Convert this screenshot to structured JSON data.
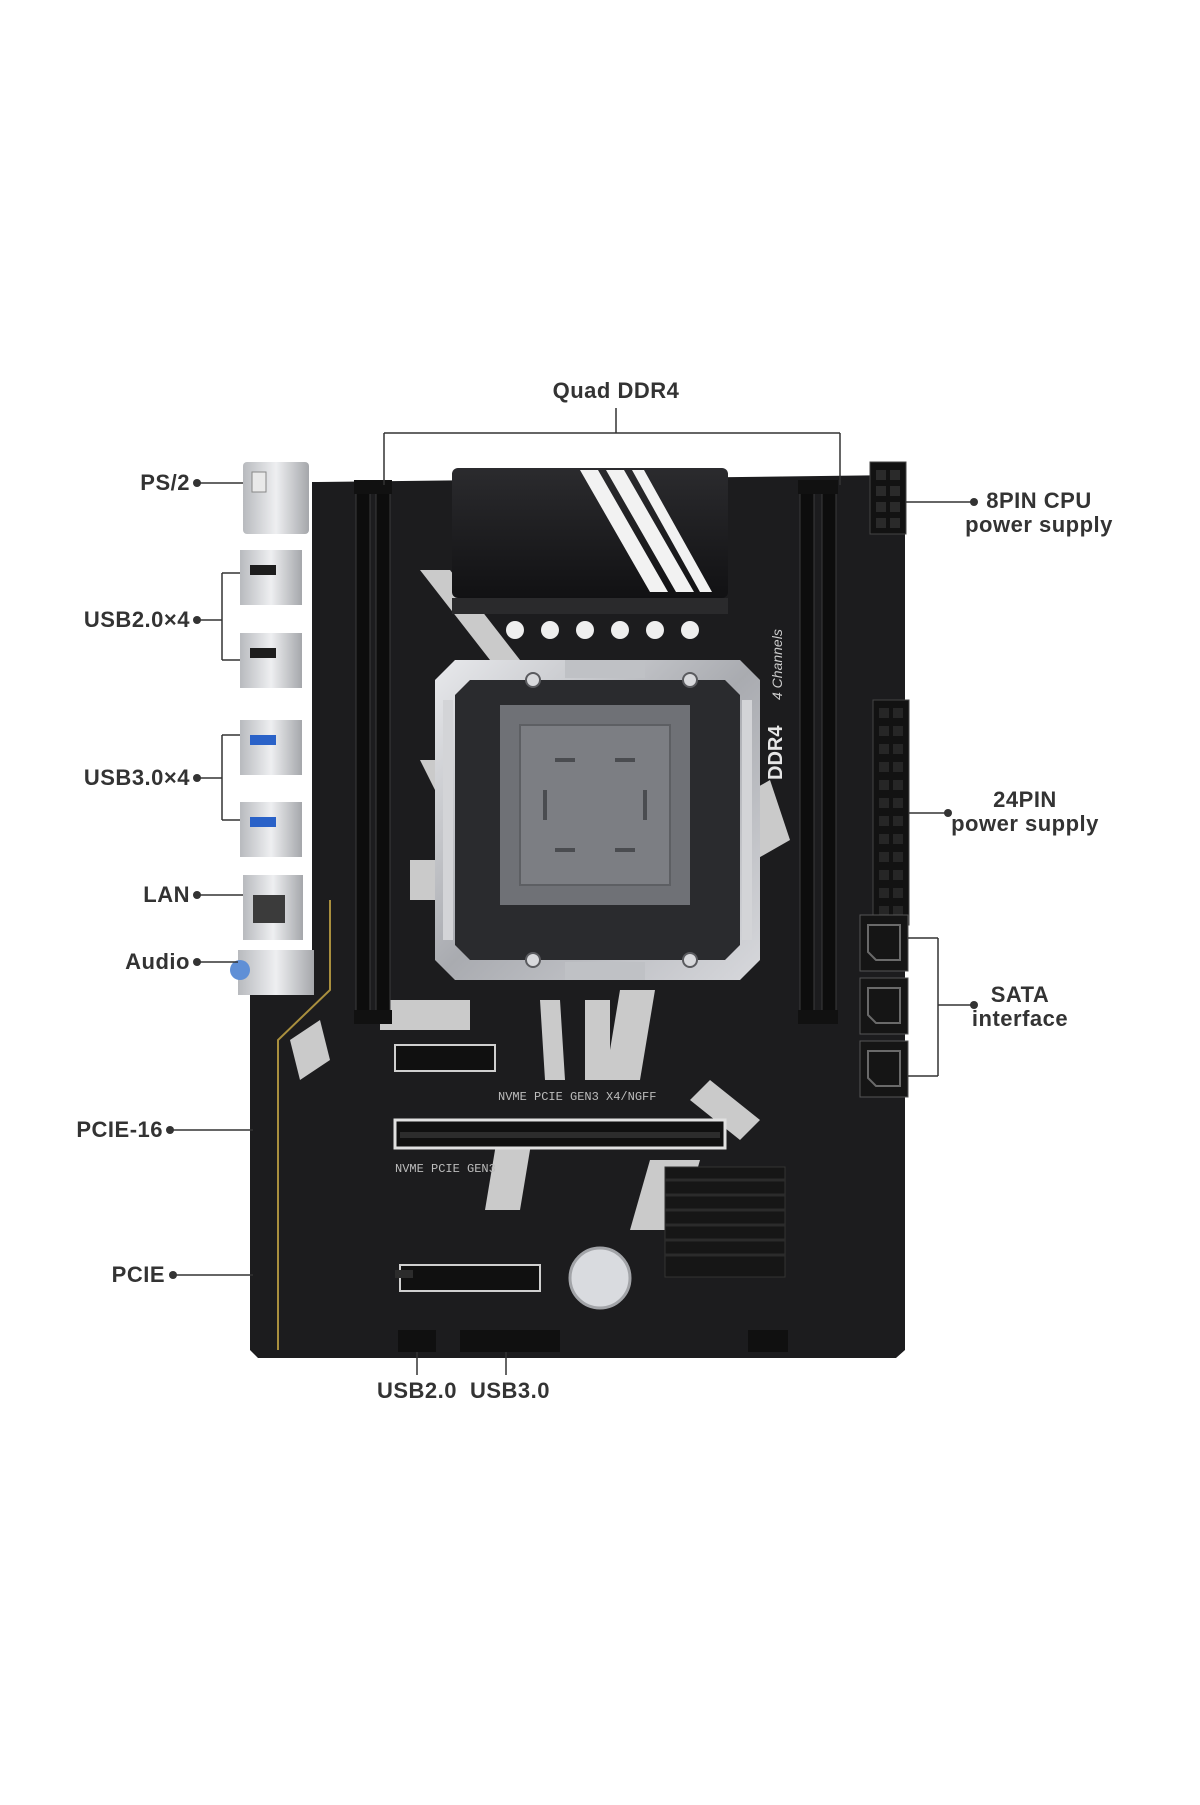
{
  "colors": {
    "label": "#333333",
    "line": "#333333",
    "board": "#1c1c1e",
    "slot": "#0d0d0d",
    "accent": "#e6e6e6",
    "metal": "#c9cbcf"
  },
  "labels": {
    "quad_ddr4": "Quad DDR4",
    "ps2": "PS/2",
    "usb2x4": "USB2.0×4",
    "usb3x4": "USB3.0×4",
    "lan": "LAN",
    "audio": "Audio",
    "pcie16": "PCIE-16",
    "pcie": "PCIE",
    "cpu8pin_1": "8PIN CPU",
    "cpu8pin_2": "power supply",
    "atx24_1": "24PIN",
    "atx24_2": "power supply",
    "sata_1": "SATA",
    "sata_2": "interface",
    "usb20_header": "USB2.0",
    "usb30_header": "USB3.0"
  },
  "board_text": {
    "ddr4": "DDR4",
    "channels": "4 Channels",
    "nvme1": "NVME PCIE GEN3 X4/NGFF",
    "nvme2": "NVME PCIE GEN3"
  }
}
